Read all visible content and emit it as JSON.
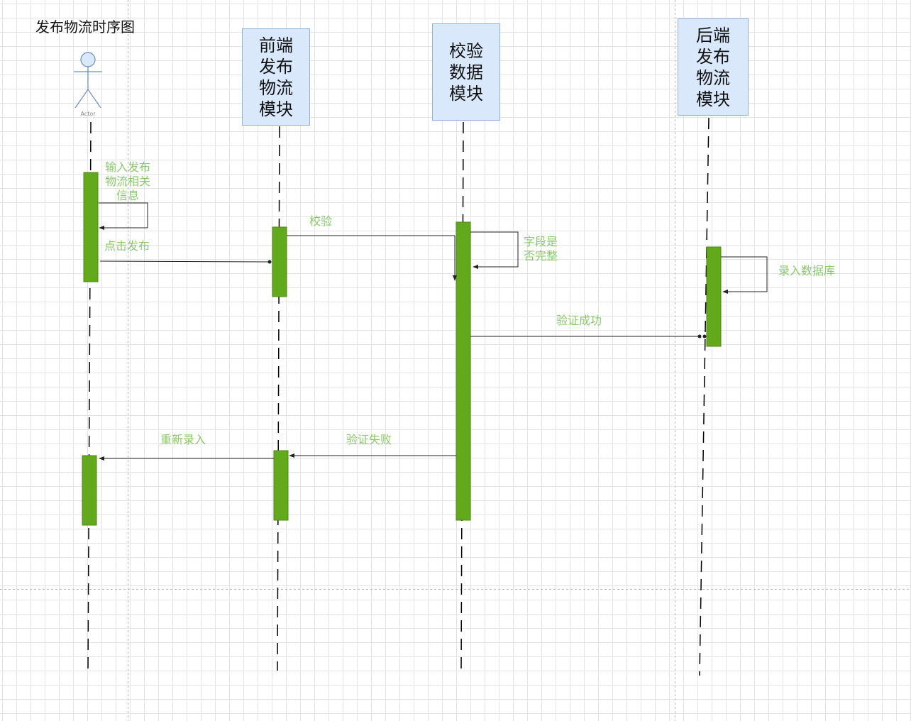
{
  "diagram": {
    "title": "发布物流时序图",
    "actor": {
      "label": "Actor"
    },
    "participants": [
      {
        "id": "frontend",
        "label": "前端发布物流模块"
      },
      {
        "id": "validate",
        "label": "校验数据模块"
      },
      {
        "id": "backend",
        "label": "后端发布物流模块"
      }
    ],
    "messages": [
      {
        "id": "input-info",
        "text": "输入发布物流相关信息",
        "from": "actor",
        "to": "actor",
        "kind": "self"
      },
      {
        "id": "click-publish",
        "text": "点击发布",
        "from": "actor",
        "to": "frontend",
        "kind": "sync"
      },
      {
        "id": "validate",
        "text": "校验",
        "from": "frontend",
        "to": "validate",
        "kind": "sync"
      },
      {
        "id": "field-complete",
        "text": "字段是否完整",
        "from": "validate",
        "to": "validate",
        "kind": "self"
      },
      {
        "id": "verify-success",
        "text": "验证成功",
        "from": "validate",
        "to": "backend",
        "kind": "sync"
      },
      {
        "id": "save-db",
        "text": "录入数据库",
        "from": "backend",
        "to": "backend",
        "kind": "self"
      },
      {
        "id": "verify-fail",
        "text": "验证失败",
        "from": "validate",
        "to": "frontend",
        "kind": "sync"
      },
      {
        "id": "re-enter",
        "text": "重新录入",
        "from": "frontend",
        "to": "actor",
        "kind": "sync"
      }
    ],
    "colors": {
      "activation": "#62a91c",
      "activation_border": "#4d8a14",
      "label": "#8cc86c",
      "participant_fill": "#dae8fc",
      "participant_border": "#8fb3dc"
    }
  }
}
